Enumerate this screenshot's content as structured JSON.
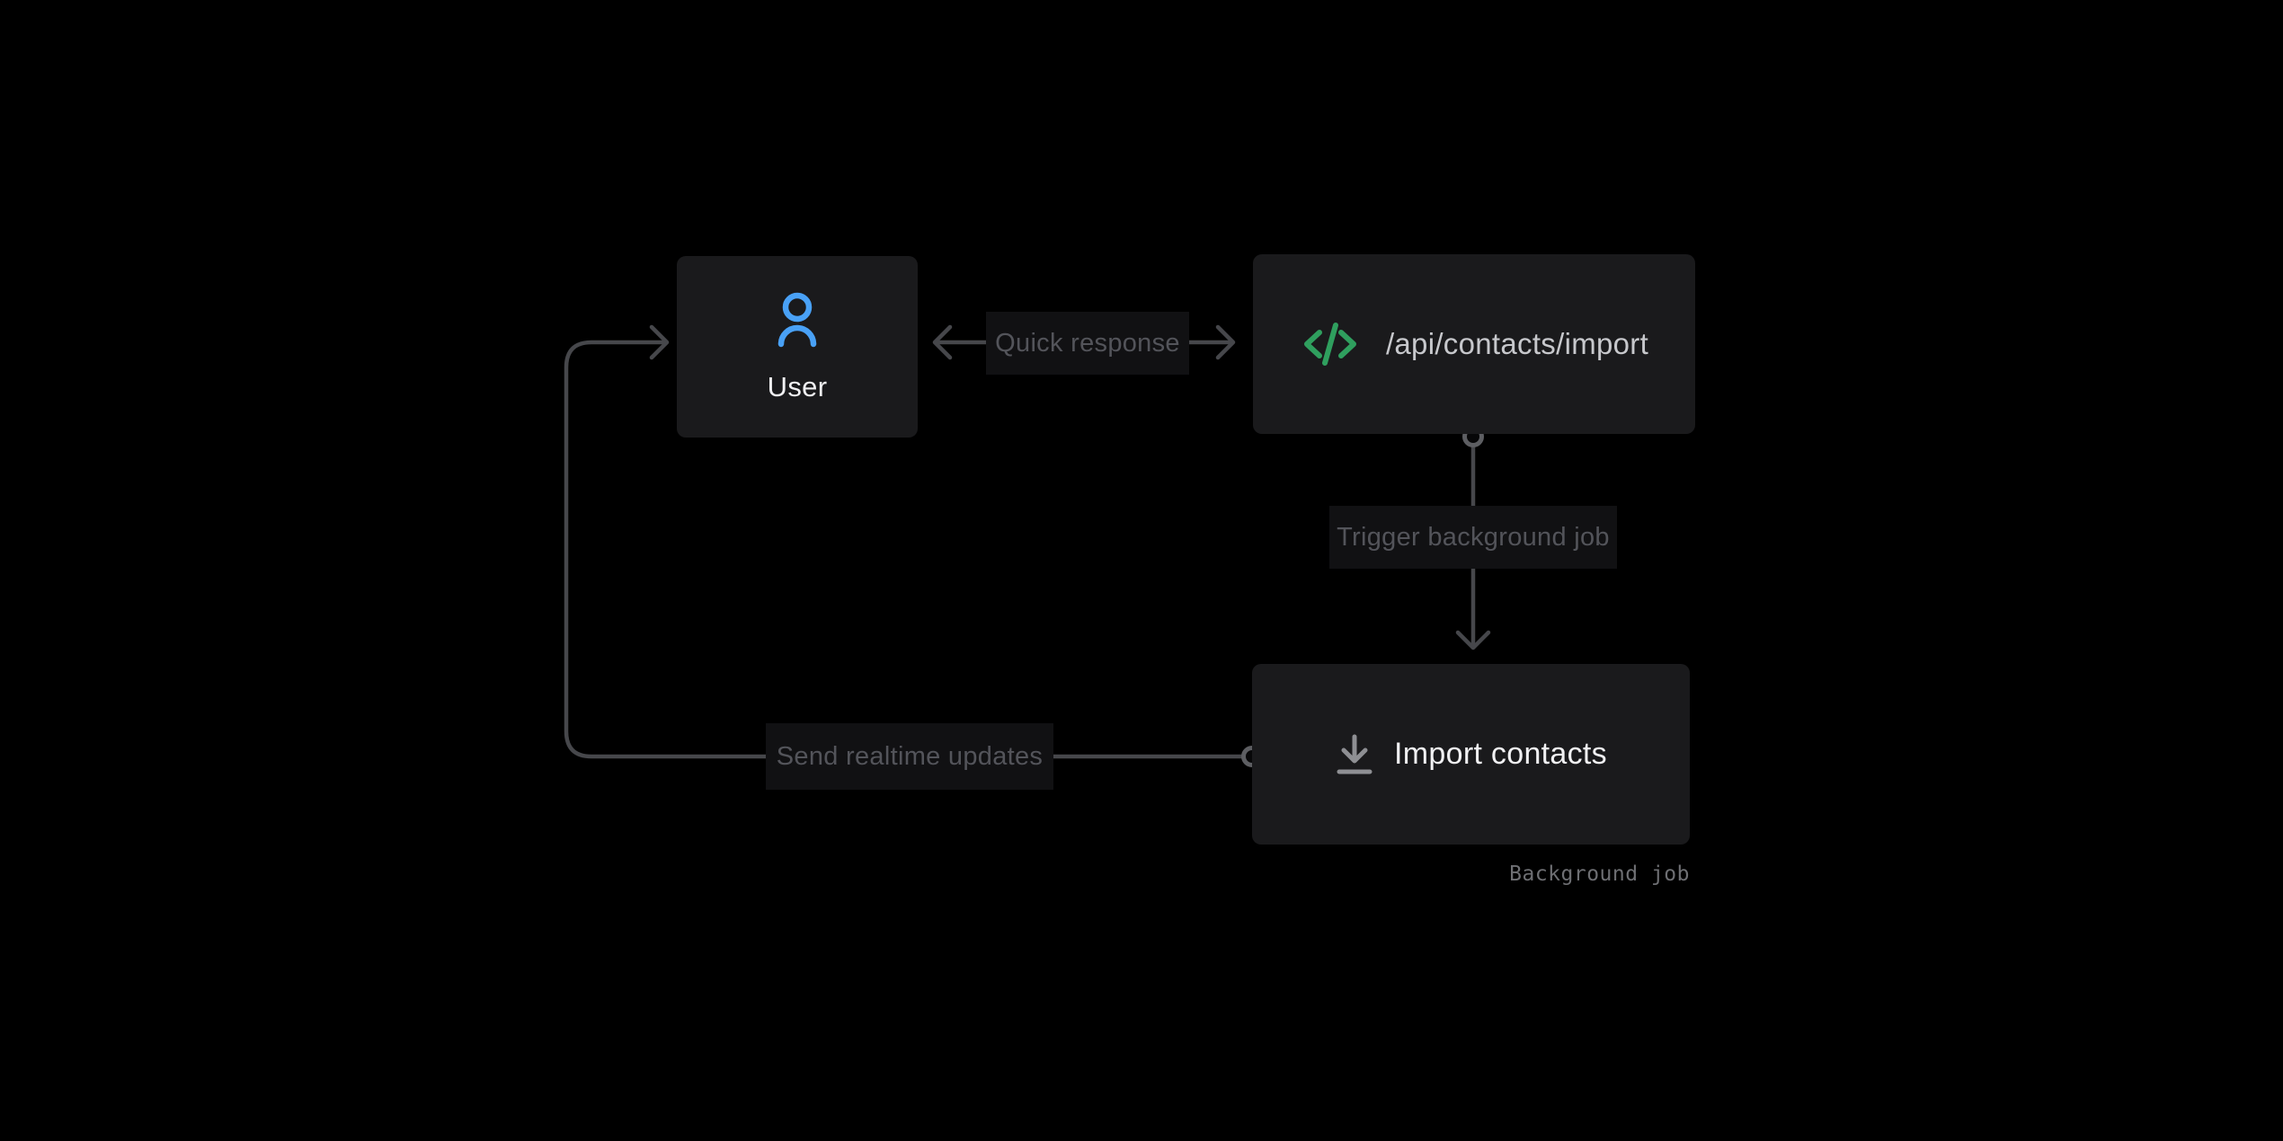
{
  "diagram": {
    "nodes": {
      "user": {
        "label": "User",
        "icon": "user-icon"
      },
      "api": {
        "label": "/api/contacts/import",
        "icon": "code-icon"
      },
      "import": {
        "label": "Import contacts",
        "icon": "download-icon",
        "caption": "Background job"
      }
    },
    "edges": {
      "quick_response": {
        "label": "Quick response",
        "from": "api",
        "to": "user",
        "style": "double-arrow"
      },
      "trigger": {
        "label": "Trigger background job",
        "from": "api",
        "to": "import",
        "style": "arrow-down"
      },
      "realtime": {
        "label": "Send realtime updates",
        "from": "import",
        "to": "user",
        "style": "orthogonal-loop-arrow"
      }
    },
    "colors": {
      "background": "#000000",
      "node_bg": "#1a1a1c",
      "label_bg": "#111113",
      "edge": "#46474b",
      "ring": "#5d5e62",
      "node_text": "#f0f0f2",
      "api_text": "#c7c8cc",
      "edge_label_text": "#53545a",
      "caption_text": "#6e6f73",
      "user_icon_color": "#49a1f6",
      "code_icon_color": "#2f9f5e",
      "download_icon_color": "#8e8f93"
    }
  }
}
